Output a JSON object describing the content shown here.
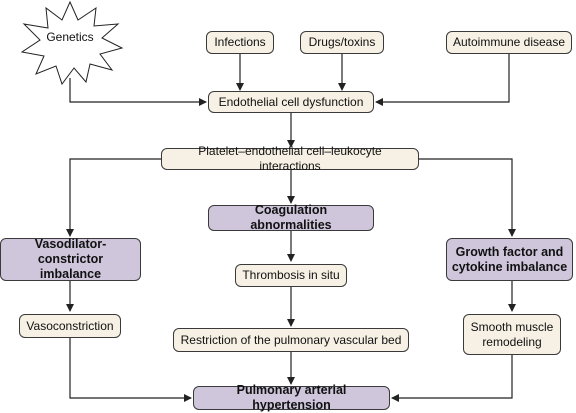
{
  "nodes": {
    "genetics": "Genetics",
    "infections": "Infections",
    "drugs": "Drugs/toxins",
    "autoimmune": "Autoimmune disease",
    "endothelial": "Endothelial cell dysfunction",
    "platelet": "Platelet–endothelial cell–leukocyte interactions",
    "coagulation": "Coagulation abnormalities",
    "vasodilator_line1": "Vasodilator-constrictor",
    "vasodilator_line2": "imbalance",
    "growth_line1": "Growth factor and",
    "growth_line2": "cytokine imbalance",
    "thrombosis": "Thrombosis in situ",
    "vasoconstriction": "Vasoconstriction",
    "restriction": "Restriction of the pulmonary vascular bed",
    "smooth_line1": "Smooth muscle",
    "smooth_line2": "remodeling",
    "pah": "Pulmonary arterial hypertension"
  },
  "colors": {
    "box_fill": "#f6f1e4",
    "emphasis_fill": "#cfc6dc",
    "stroke": "#3a3a3a"
  }
}
